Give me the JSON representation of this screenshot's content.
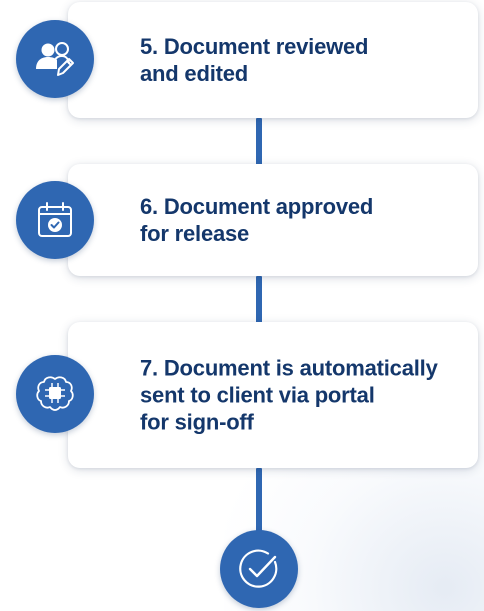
{
  "accent_color": "#2f67b2",
  "text_color": "#14376b",
  "steps": [
    {
      "text": "5. Document reviewed\nand edited",
      "icon": "users-edit-icon"
    },
    {
      "text": "6. Document approved\nfor release",
      "icon": "calendar-check-icon"
    },
    {
      "text": "7.  Document is automatically\nsent to client via portal\nfor sign-off",
      "icon": "brain-chip-icon"
    }
  ],
  "final": {
    "icon": "check-circle-icon"
  }
}
